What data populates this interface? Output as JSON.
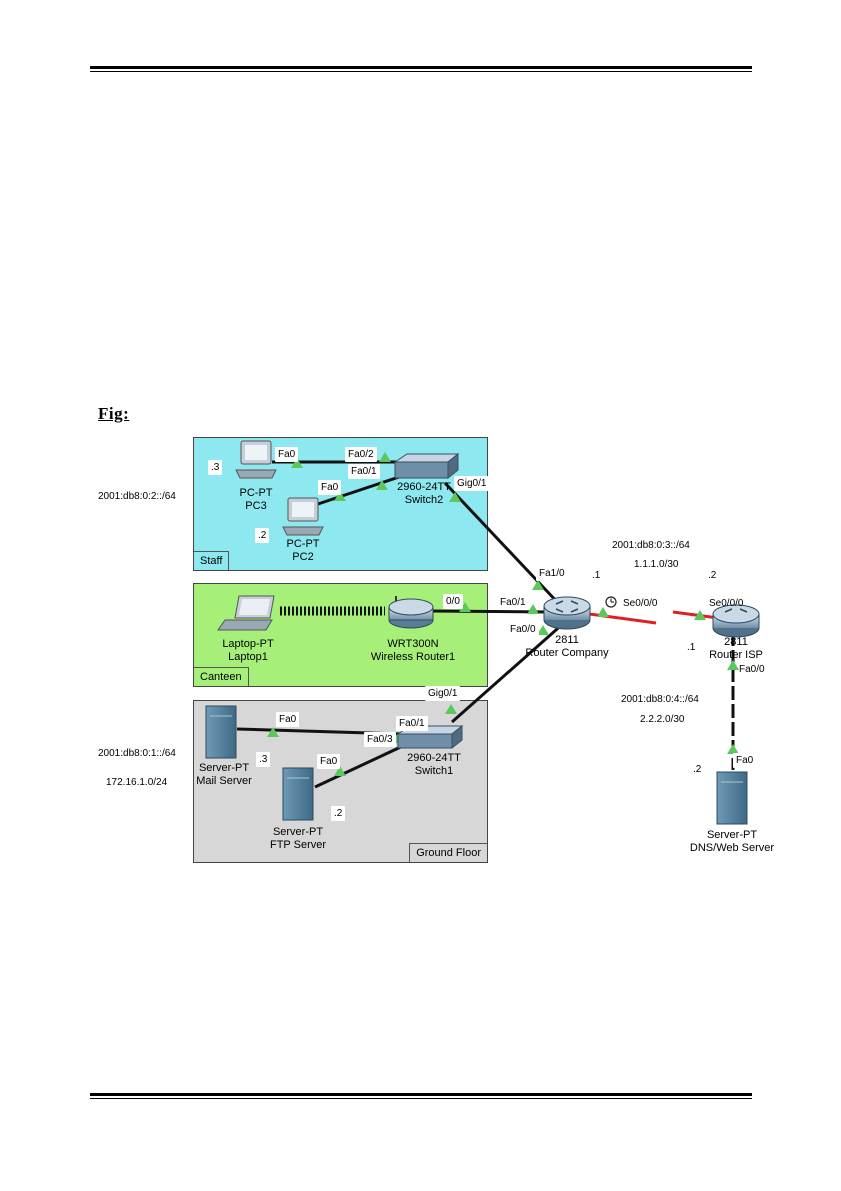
{
  "figure_label": "Fig:",
  "zones": {
    "staff": "Staff",
    "canteen": "Canteen",
    "ground": "Ground Floor"
  },
  "devices": {
    "pc3": {
      "type": "PC-PT",
      "name": "PC3",
      "addr": ".3",
      "port": "Fa0"
    },
    "pc2": {
      "type": "PC-PT",
      "name": "PC2",
      "addr": ".2",
      "port": "Fa0"
    },
    "switch2": {
      "type": "2960-24TT",
      "name": "Switch2",
      "ports": {
        "fa02": "Fa0/2",
        "fa01": "Fa0/1",
        "gig01": "Gig0/1"
      }
    },
    "laptop1": {
      "type": "Laptop-PT",
      "name": "Laptop1"
    },
    "wrouter": {
      "type": "WRT300N",
      "name": "Wireless Router1",
      "port": "0/0"
    },
    "mail": {
      "type": "Server-PT",
      "name": "Mail Server",
      "addr": ".3",
      "port": "Fa0"
    },
    "ftp": {
      "type": "Server-PT",
      "name": "FTP Server",
      "addr": ".2",
      "port": "Fa0"
    },
    "switch1": {
      "type": "2960-24TT",
      "name": "Switch1",
      "ports": {
        "fa01": "Fa0/1",
        "fa03": "Fa0/3",
        "gig01": "Gig0/1"
      }
    },
    "rcompany": {
      "type": "2811",
      "name": "Router Company",
      "ports": {
        "fa10": "Fa1/0",
        "fa01": "Fa0/1",
        "fa00": "Fa0/0",
        "se000": "Se0/0/0"
      },
      "addr": ".1"
    },
    "risp": {
      "type": "2811",
      "name": "Router ISP",
      "ports": {
        "se000": "Se0/0/0",
        "fa00": "Fa0/0"
      },
      "addr_wan": ".2",
      "addr_lan": ".1"
    },
    "dns": {
      "type": "Server-PT",
      "name": "DNS/Web Server",
      "addr": ".2",
      "port": "Fa0"
    }
  },
  "networks": {
    "staff_ipv6": "2001:db8:0:2::/64",
    "ground_ipv6": "2001:db8:0:1::/64",
    "ground_ipv4": "172.16.1.0/24",
    "wan_ipv6": "2001:db8:0:3::/64",
    "wan_ipv4": "1.1.1.0/30",
    "isp_ipv6": "2001:db8:0:4::/64",
    "isp_ipv4": "2.2.2.0/30"
  },
  "colors": {
    "staff_bg": "#8ee8f0",
    "canteen_bg": "#a6f07a",
    "ground_bg": "#d7d7d7",
    "serial_link": "#e02020",
    "port_marker": "#5cc85c"
  }
}
